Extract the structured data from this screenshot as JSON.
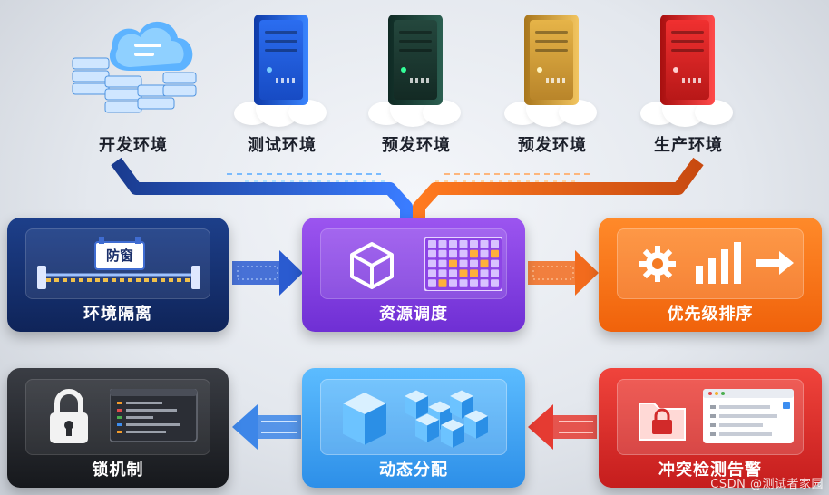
{
  "environments": [
    {
      "label": "开发环境",
      "color": "#2f7cf0"
    },
    {
      "label": "测试环境",
      "color": "#1a5fd8"
    },
    {
      "label": "预发环境",
      "color": "#1d4b40"
    },
    {
      "label": "预发环境",
      "color": "#d9a53a"
    },
    {
      "label": "生产环境",
      "color": "#e02626"
    }
  ],
  "boxes": {
    "isolation": {
      "title": "环境隔离",
      "gate_text_1": "防",
      "gate_text_2": "窗"
    },
    "scheduling": {
      "title": "资源调度"
    },
    "priority": {
      "title": "优先级排序"
    },
    "lock": {
      "title": "锁机制"
    },
    "dynamic": {
      "title": "动态分配"
    },
    "conflict": {
      "title": "冲突检测告警"
    }
  },
  "watermark": "CSDN @测试者家园"
}
